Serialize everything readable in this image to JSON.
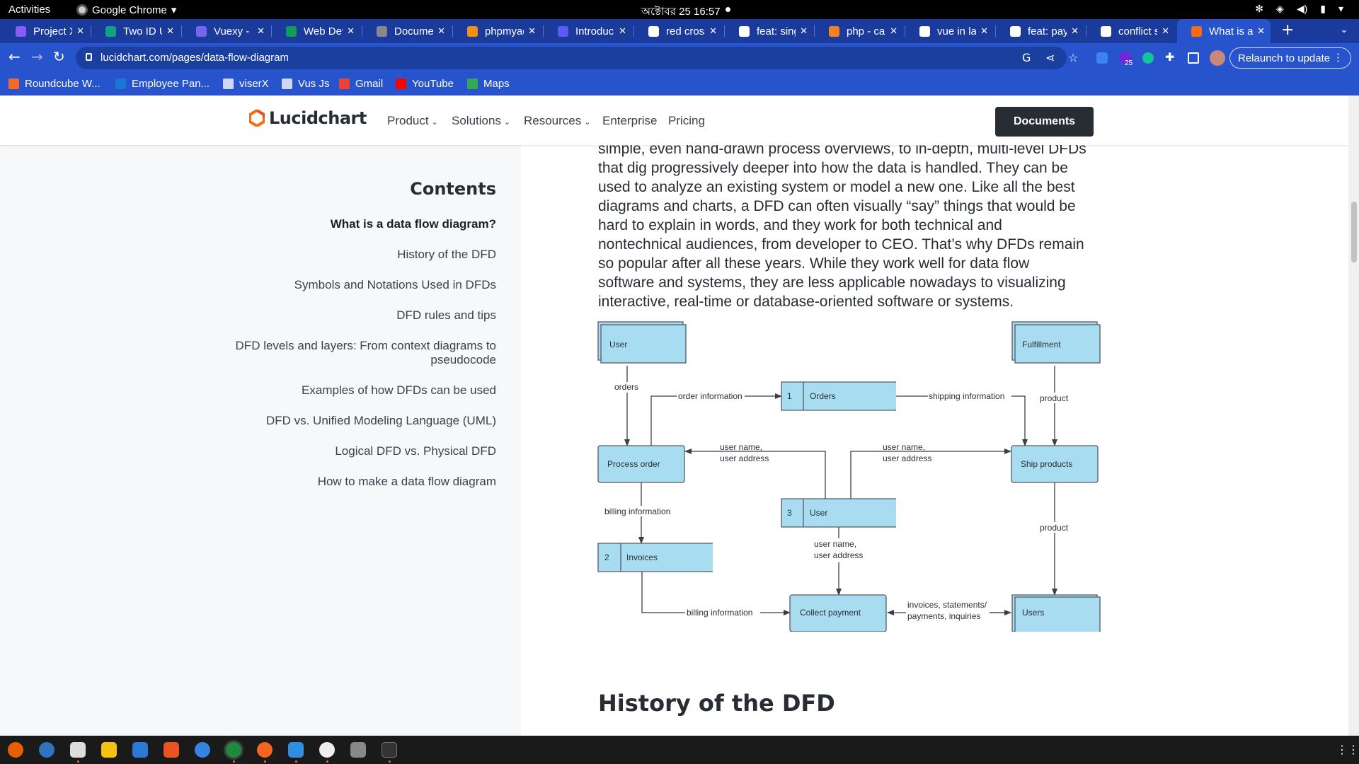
{
  "os": {
    "activities": "Activities",
    "app_name": "Google Chrome",
    "clock": "অক্টোবর 25  16:57"
  },
  "tabs": [
    {
      "title": "Project X",
      "color": "#8a5cf6"
    },
    {
      "title": "Two ID UI",
      "color": "#10a37f"
    },
    {
      "title": "Vuexy - V",
      "color": "#7367f0"
    },
    {
      "title": "Web Dev",
      "color": "#0f9d58"
    },
    {
      "title": "Documen",
      "color": "#888888"
    },
    {
      "title": "phpmyad",
      "color": "#f29111"
    },
    {
      "title": "Introduc",
      "color": "#5a5bf3"
    },
    {
      "title": "red cross",
      "color": "#ffffff"
    },
    {
      "title": "feat: sing",
      "color": "#ffffff"
    },
    {
      "title": "php - call",
      "color": "#f48024"
    },
    {
      "title": "vue in lar",
      "color": "#ffffff"
    },
    {
      "title": "feat: pay",
      "color": "#ffffff"
    },
    {
      "title": "conflict s",
      "color": "#ffffff"
    },
    {
      "title": "What is a",
      "color": "#f96b13"
    }
  ],
  "toolbar": {
    "url": "lucidchart.com/pages/data-flow-diagram",
    "relaunch_label": "Relaunch to update",
    "badge_count": "25"
  },
  "bookmarks": [
    {
      "label": "Roundcube W...",
      "color": "#f06a2a"
    },
    {
      "label": "Employee Pan...",
      "color": "#1976d2"
    },
    {
      "label": "viserX",
      "color": "#cfd8f5"
    },
    {
      "label": "Vus Js",
      "color": "#cfd8f5"
    },
    {
      "label": "Gmail",
      "color": "#ea4335"
    },
    {
      "label": "YouTube",
      "color": "#ff0000"
    },
    {
      "label": "Maps",
      "color": "#34a853"
    }
  ],
  "site": {
    "logo_text": "Lucidchart",
    "nav": [
      "Product",
      "Solutions",
      "Resources",
      "Enterprise",
      "Pricing"
    ],
    "documents_button": "Documents",
    "brand_color": "#f96b13"
  },
  "contents": {
    "heading": "Contents",
    "items": [
      "What is a data flow diagram?",
      "History of the DFD",
      "Symbols and Notations Used in DFDs",
      "DFD rules and tips",
      "DFD levels and layers: From context diagrams to pseudocode",
      "Examples of how DFDs can be used",
      "DFD vs. Unified Modeling Language (UML)",
      "Logical DFD vs. Physical DFD",
      "How to make a data flow diagram"
    ]
  },
  "article": {
    "lines": [
      "simple, even hand-drawn process overviews, to in-depth, multi-level DFDs",
      "that dig progressively deeper into how the data is handled. They can be",
      "used to analyze an existing system or model a new one. Like all the best",
      "diagrams and charts, a DFD can often visually “say” things that would be",
      "hard to explain in words, and they work for both technical and",
      "nontechnical audiences, from developer to CEO. That’s why DFDs remain",
      "so popular after all these years. While they work well for data flow",
      "software and systems, they are less applicable nowadays to visualizing",
      "interactive, real-time or database-oriented software or systems."
    ],
    "next_heading": "History of the DFD"
  },
  "diagram": {
    "fill": "#a8dcf0",
    "stroke": "#555b66",
    "entities": {
      "user": "User",
      "fulfillment": "Fulfillment",
      "users": "Users"
    },
    "processes": {
      "process_order": "Process order",
      "ship_products": "Ship products",
      "collect_payment": "Collect payment"
    },
    "stores": [
      {
        "num": "1",
        "label": "Orders"
      },
      {
        "num": "2",
        "label": "Invoices"
      },
      {
        "num": "3",
        "label": "User"
      }
    ],
    "flows": {
      "orders": "orders",
      "order_information": "order information",
      "shipping_information": "shipping information",
      "product_1": "product",
      "user_name_1": "user name,",
      "user_address_1": "user address",
      "user_name_2": "user name,",
      "user_address_2": "user address",
      "billing_information_1": "billing information",
      "product_2": "product",
      "user_name_3": "user name,",
      "user_address_3": "user address",
      "billing_information_2": "billing information",
      "invoices_1": "invoices, statements/",
      "invoices_2": "payments, inquiries"
    }
  }
}
